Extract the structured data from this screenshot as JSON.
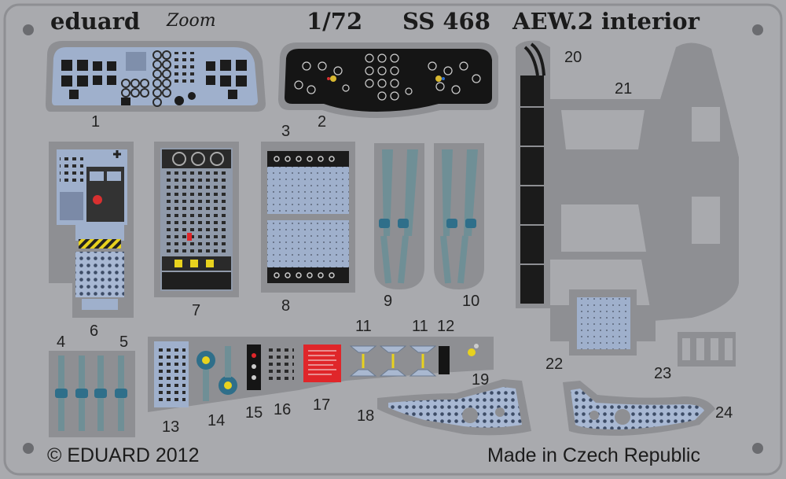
{
  "sheet": {
    "brand": "eduard",
    "logo": "Zoom",
    "scale": "1/72",
    "code": "SS 468",
    "title": "AEW.2 interior",
    "copyright": "© EDUARD 2012",
    "origin": "Made in Czech Republic"
  },
  "part_numbers": [
    "1",
    "2",
    "3",
    "4",
    "5",
    "6",
    "7",
    "8",
    "9",
    "10",
    "11",
    "11",
    "12",
    "13",
    "14",
    "15",
    "16",
    "17",
    "18",
    "19",
    "20",
    "21",
    "22",
    "23",
    "24"
  ],
  "colors": {
    "fret": "#a9aaae",
    "frame": "#8e8f93",
    "panel_blue": "#9fb0cc",
    "panel_black": "#151515",
    "belt": "#6f8f96",
    "buckle": "#2f6f8a",
    "warning_red": "#e0262a",
    "hazard_yellow": "#e8d21e"
  }
}
